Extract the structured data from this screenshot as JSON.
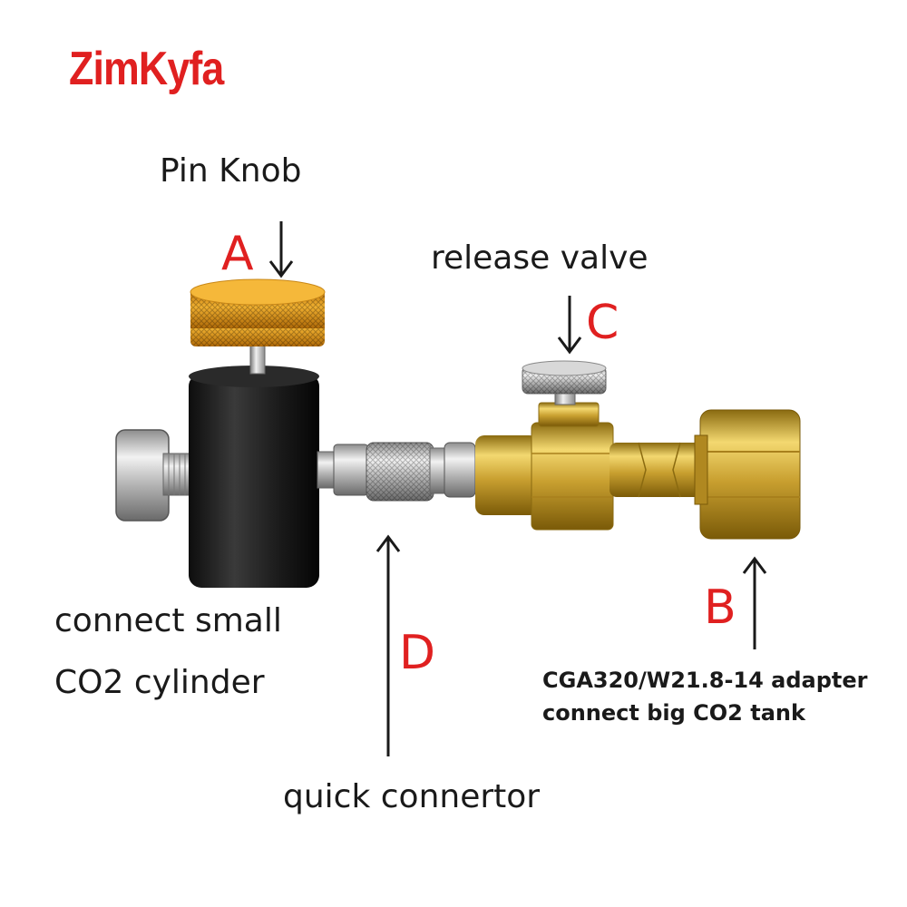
{
  "brand": {
    "name": "ZimKyfa"
  },
  "callouts": {
    "a": {
      "letter": "A",
      "label": "Pin Knob"
    },
    "b": {
      "letter": "B",
      "line1": "CGA320/W21.8-14 adapter",
      "line2": "connect big CO2 tank"
    },
    "c": {
      "letter": "C",
      "label": "release valve"
    },
    "d": {
      "letter": "D",
      "label": "quick connertor"
    },
    "small_cylinder": {
      "line1": "connect small",
      "line2": "CO2 cylinder"
    }
  },
  "colors": {
    "brand": "#e02020",
    "letters": "#e02020",
    "text": "#1a1a1a",
    "knob": "#e8a020",
    "brass": "#c9a030",
    "body": "#1c1c1c",
    "chrome": "#c8c8c8"
  }
}
